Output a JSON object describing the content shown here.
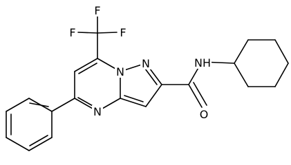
{
  "atoms": {
    "f_top": "F",
    "f_left": "F",
    "f_right": "F",
    "n_bridge": "N",
    "n_pyrazole": "N",
    "n_pyrimidine": "N",
    "nh_amide": "NH",
    "o_carbonyl": "O"
  },
  "colors": {
    "bond": "#000000",
    "background": "#ffffff"
  }
}
